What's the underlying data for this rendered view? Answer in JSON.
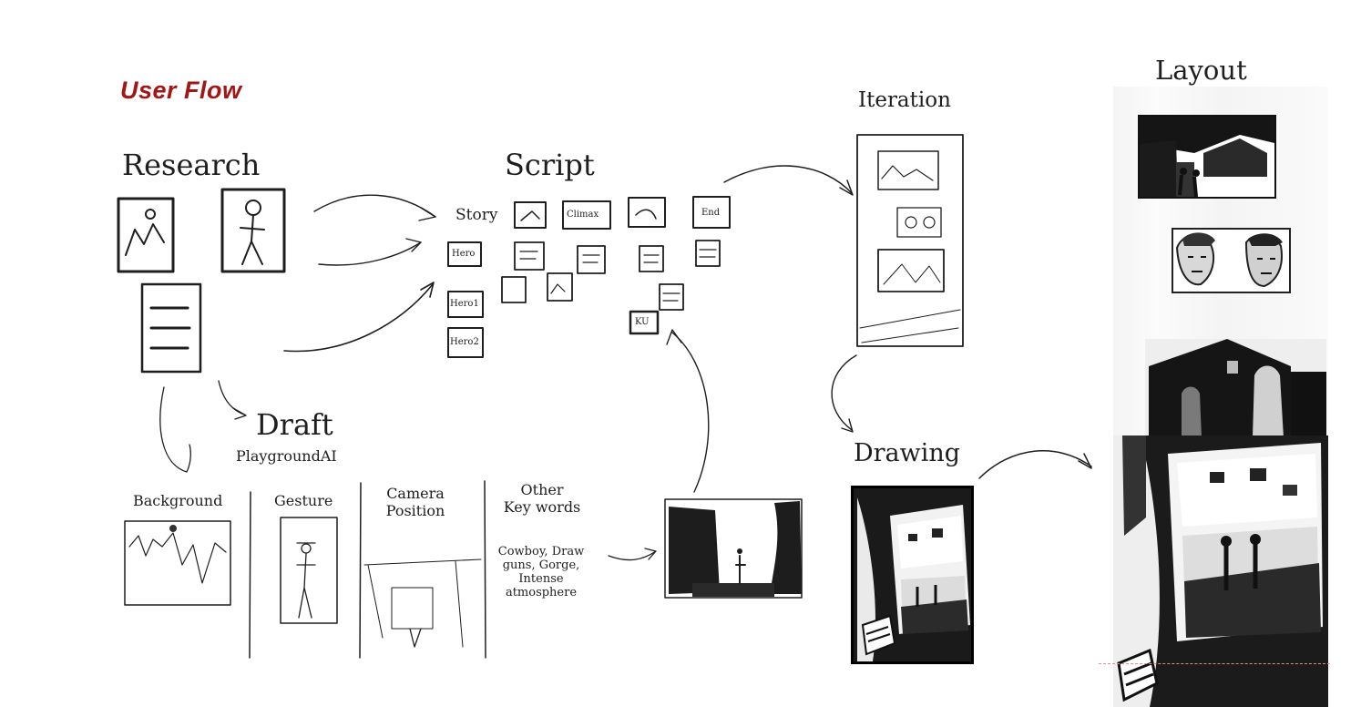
{
  "header": {
    "title": "User Flow"
  },
  "sections": {
    "research": "Research",
    "script": "Script",
    "draft": "Draft",
    "draft_tool": "PlaygroundAI",
    "iteration": "Iteration",
    "drawing": "Drawing",
    "layout": "Layout"
  },
  "script_cards": {
    "story": "Story",
    "climax": "Climax",
    "end": "End",
    "hero": "Hero",
    "hero1": "Hero1",
    "hero2": "Hero2",
    "ku": "KU"
  },
  "draft_columns": {
    "background": "Background",
    "gesture": "Gesture",
    "camera_position_line1": "Camera",
    "camera_position_line2": "Position",
    "other_line1": "Other",
    "other_line2": "Key words",
    "keywords": [
      "Cowboy, Draw",
      "guns, Gorge,",
      "Intense",
      "atmosphere"
    ]
  },
  "colors": {
    "title": "#a31616",
    "ink": "#1e1e1e",
    "background": "#ffffff"
  }
}
